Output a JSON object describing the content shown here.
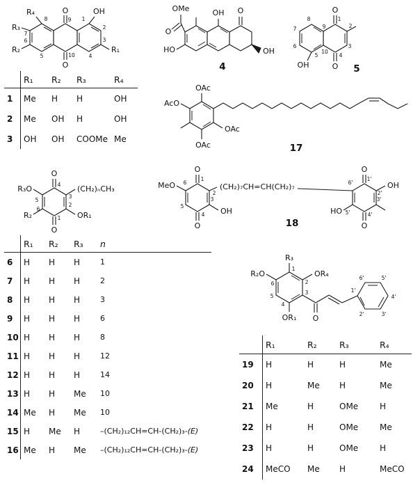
{
  "structures": {
    "s1": {
      "labels": {
        "r4": "R₄",
        "r3": "R₃",
        "r2": "R₂",
        "r1": "R₁",
        "oh": "OH",
        "o_top": "O",
        "o_bottom": "O"
      },
      "positions": {
        "n1": "1",
        "n2": "2",
        "n3": "3",
        "n4": "4",
        "n5": "5",
        "n6": "6",
        "n7": "7",
        "n8": "8",
        "n9": "9",
        "n10": "10"
      }
    },
    "s4": {
      "id": "4",
      "labels": {
        "ome": "OMe",
        "o_ester": "O",
        "oh": "OH",
        "o_ketone": "O",
        "ho": "HO",
        "oh_stereo": "OH"
      }
    },
    "s5": {
      "id": "5",
      "labels": {
        "o_top": "O",
        "o_bottom": "O",
        "oh": "OH"
      },
      "positions": {
        "n1": "1",
        "n2": "2",
        "n3": "3",
        "n4": "4",
        "n5": "5",
        "n6": "6",
        "n7": "7",
        "n8": "8",
        "n9": "9",
        "n10": "10"
      }
    },
    "s17": {
      "id": "17",
      "labels": {
        "oac_top": "OAc",
        "aco_left": "AcO",
        "oac_right": "OAc",
        "oac_bottom": "OAc"
      }
    },
    "s6_16": {
      "labels": {
        "r3o": "R₃O",
        "r2": "R₂",
        "or1": "OR₁",
        "chain": "(CH₂)ₙCH₃",
        "o_top": "O",
        "o_bottom": "O"
      },
      "positions": {
        "n1": "1",
        "n2": "2",
        "n3": "3",
        "n4": "4",
        "n5": "5",
        "n6": "6"
      }
    },
    "s18": {
      "id": "18",
      "labels": {
        "meo": "MeO",
        "oh_left": "OH",
        "oh_right": "OH",
        "ho_right": "HO",
        "chain": "(CH₂)₇CH=CH(CH₂)₇",
        "o_lt": "O",
        "o_lb": "O",
        "o_rt": "O",
        "o_rb": "O"
      },
      "positions": {
        "n1": "1",
        "n2": "2",
        "n3": "3",
        "n4": "4",
        "n5": "5",
        "n6": "6"
      },
      "primed": {
        "p1": "1'",
        "p2": "2'",
        "p3": "3'",
        "p4": "4'",
        "p5": "5'",
        "p6": "6'"
      }
    },
    "s19_24": {
      "labels": {
        "r2o": "R₂O",
        "r3": "R₃",
        "or4": "OR₄",
        "or1": "OR₁",
        "o": "O"
      },
      "positions": {
        "n1": "1",
        "n2": "2",
        "n3": "3",
        "n4": "4",
        "n5": "5",
        "n6": "6"
      },
      "primed": {
        "p1": "1'",
        "p2": "2'",
        "p3": "3'",
        "p4": "4'",
        "p5": "5'",
        "p6": "6'"
      }
    }
  },
  "tables": {
    "a": {
      "headers": [
        "R₁",
        "R₂",
        "R₃",
        "R₄"
      ],
      "rows": [
        {
          "id": "1",
          "c0": "Me",
          "c1": "H",
          "c2": "H",
          "c3": "OH"
        },
        {
          "id": "2",
          "c0": "Me",
          "c1": "OH",
          "c2": "H",
          "c3": "OH"
        },
        {
          "id": "3",
          "c0": "OH",
          "c1": "OH",
          "c2": "COOMe",
          "c3": "Me"
        }
      ]
    },
    "b": {
      "headers": [
        "R₁",
        "R₂",
        "R₃",
        "n"
      ],
      "rows": [
        {
          "id": "6",
          "c0": "H",
          "c1": "H",
          "c2": "H",
          "c3": "1"
        },
        {
          "id": "7",
          "c0": "H",
          "c1": "H",
          "c2": "H",
          "c3": "2"
        },
        {
          "id": "8",
          "c0": "H",
          "c1": "H",
          "c2": "H",
          "c3": "3"
        },
        {
          "id": "9",
          "c0": "H",
          "c1": "H",
          "c2": "H",
          "c3": "6"
        },
        {
          "id": "10",
          "c0": "H",
          "c1": "H",
          "c2": "H",
          "c3": "8"
        },
        {
          "id": "11",
          "c0": "H",
          "c1": "H",
          "c2": "H",
          "c3": "12"
        },
        {
          "id": "12",
          "c0": "H",
          "c1": "H",
          "c2": "H",
          "c3": "14"
        },
        {
          "id": "13",
          "c0": "H",
          "c1": "H",
          "c2": "Me",
          "c3": "10"
        },
        {
          "id": "14",
          "c0": "Me",
          "c1": "H",
          "c2": "Me",
          "c3": "10"
        },
        {
          "id": "15",
          "c0": "H",
          "c1": "Me",
          "c2": "H",
          "c3": "–(CH₂)₁₂CH=CH-(CH₂)₃-",
          "c3i": "(E)"
        },
        {
          "id": "16",
          "c0": "Me",
          "c1": "H",
          "c2": "Me",
          "c3": "–(CH₂)₁₂CH=CH-(CH₂)₃-",
          "c3i": "(E)"
        }
      ]
    },
    "c": {
      "headers": [
        "R₁",
        "R₂",
        "R₃",
        "R₄"
      ],
      "rows": [
        {
          "id": "19",
          "c0": "H",
          "c1": "H",
          "c2": "H",
          "c3": "Me"
        },
        {
          "id": "20",
          "c0": "H",
          "c1": "Me",
          "c2": "H",
          "c3": "Me"
        },
        {
          "id": "21",
          "c0": "Me",
          "c1": "H",
          "c2": "OMe",
          "c3": "H"
        },
        {
          "id": "22",
          "c0": "H",
          "c1": "H",
          "c2": "OMe",
          "c3": "Me"
        },
        {
          "id": "23",
          "c0": "H",
          "c1": "H",
          "c2": "OMe",
          "c3": "H"
        },
        {
          "id": "24",
          "c0": "MeCO",
          "c1": "Me",
          "c2": "H",
          "c3": "MeCO"
        }
      ]
    }
  }
}
